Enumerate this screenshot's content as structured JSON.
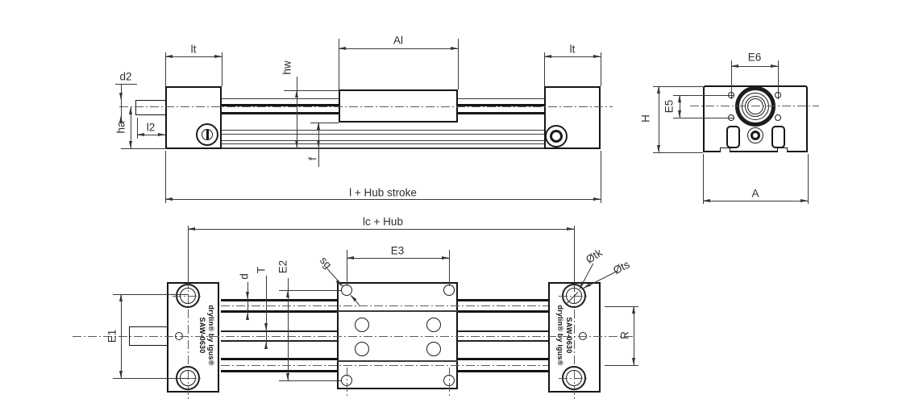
{
  "views": {
    "side": {
      "lt": "lt",
      "al": "Al",
      "d2": "d2",
      "ha": "ha",
      "l2": "l2",
      "hw": "hw",
      "f": "f",
      "length": "l + Hub stroke"
    },
    "end": {
      "e6": "E6",
      "e5": "E5",
      "h": "H",
      "a": "A"
    },
    "plan": {
      "lc": "lc + Hub",
      "e3": "E3",
      "sg": "sg",
      "d": "d",
      "t": "T",
      "e2": "E2",
      "e1": "E1",
      "tk": "Øtk",
      "ts": "Øts",
      "r": "R"
    }
  },
  "branding": {
    "drylin": "drylin® by igus®",
    "model": "SAW-0630"
  }
}
